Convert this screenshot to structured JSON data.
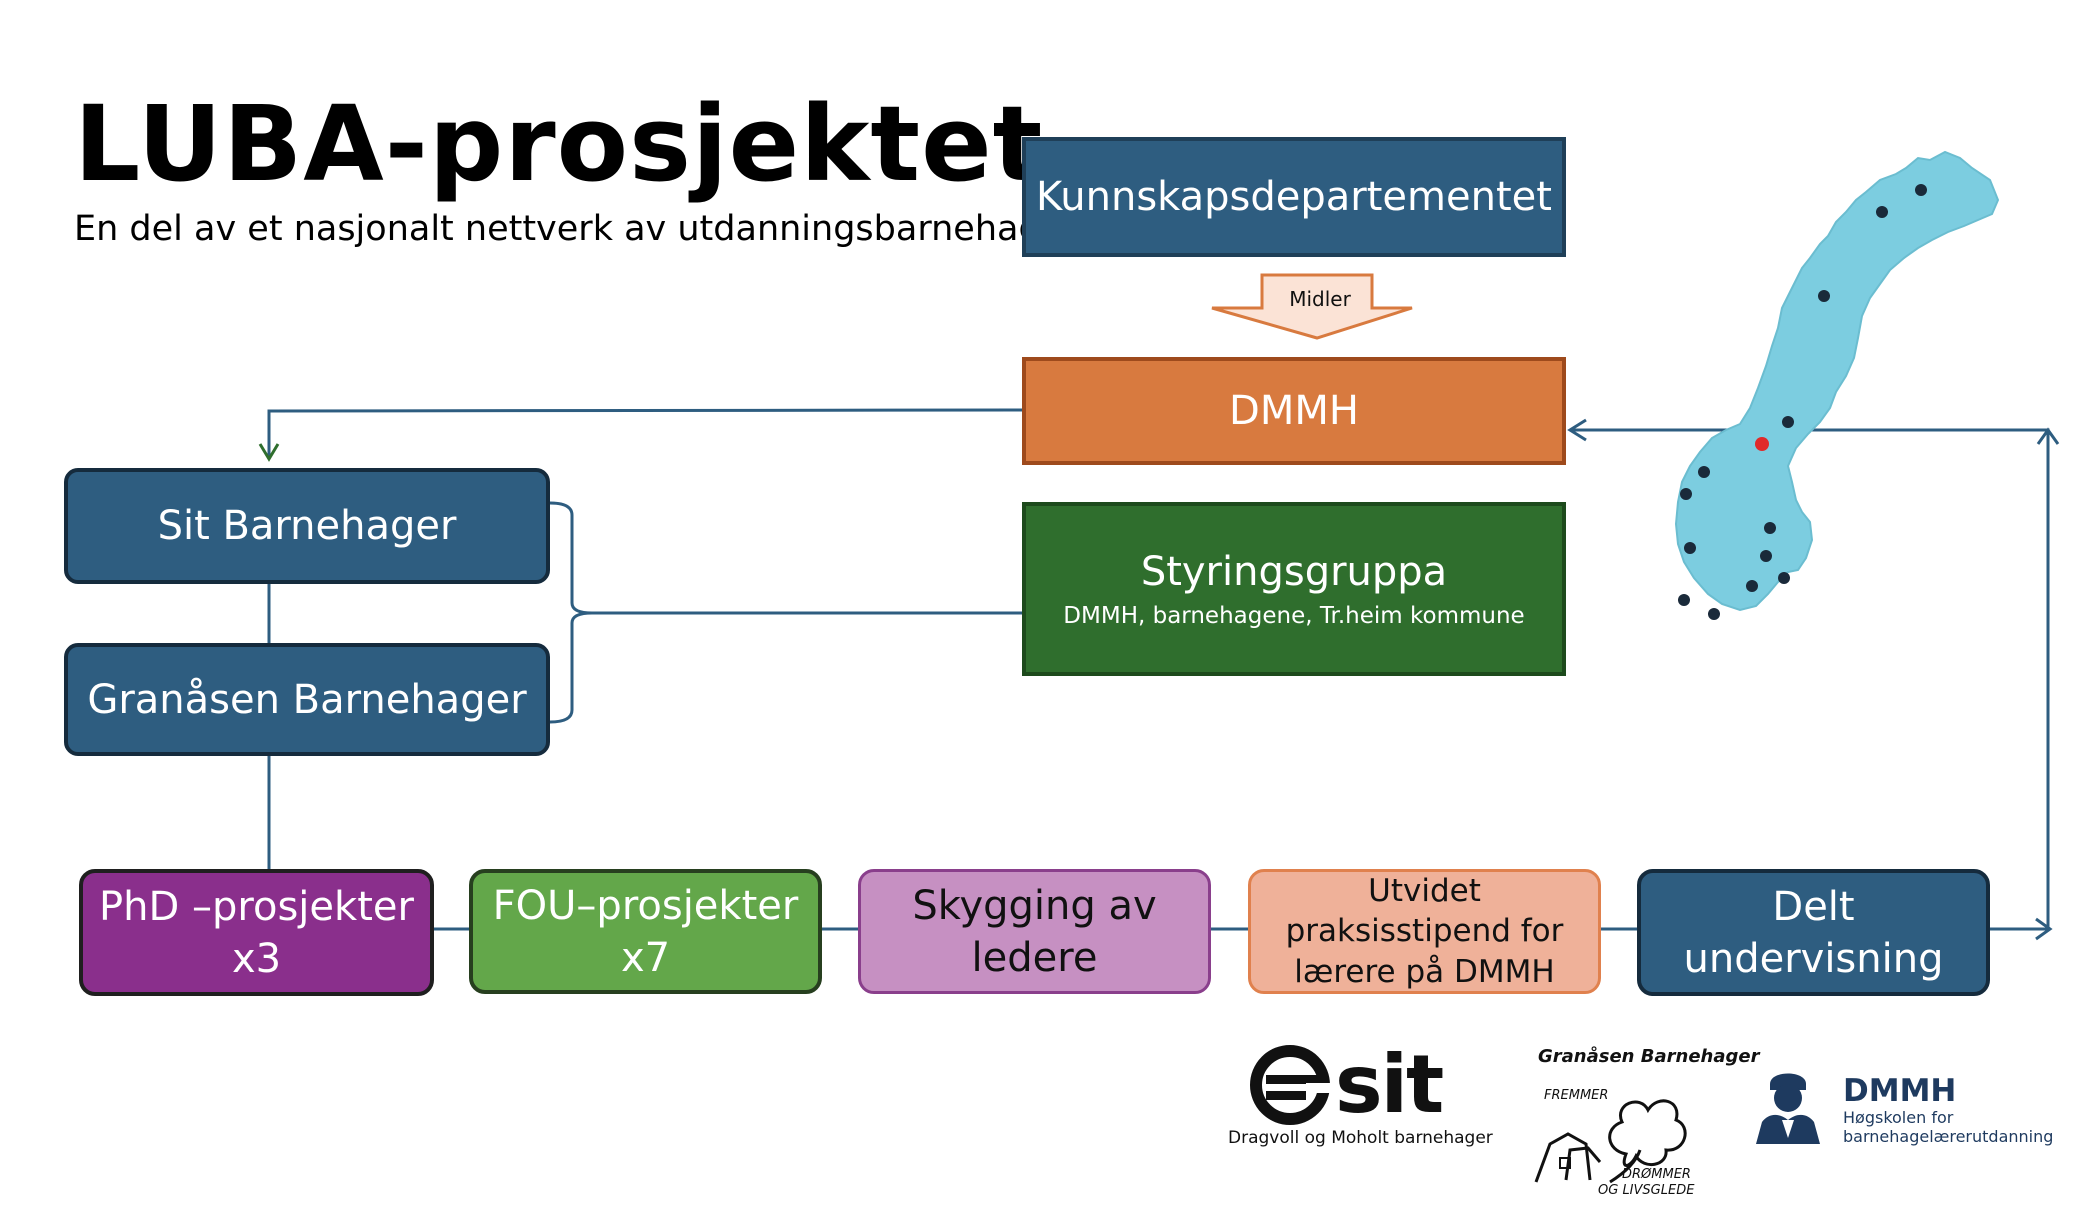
{
  "title": "LUBA-prosjektet",
  "subtitle": "En del av et nasjonalt nettverk av utdanningsbarnehager",
  "nodes": {
    "kunnskapsdepartementet": "Kunnskapsdepartementet",
    "midler": "Midler",
    "dmmh": "DMMH",
    "styringsgruppa": "Styringsgruppa",
    "styringsgruppa_members": "DMMH, barnehagene, Tr.heim kommune",
    "sit_barnehager": "Sit Barnehager",
    "granasen_barnehager": "Granåsen Barnehager",
    "phd_line1": "PhD –prosjekter",
    "phd_line2": "x3",
    "fou_line1": "FOU–prosjekter",
    "fou_line2": "x7",
    "skygging_line1": "Skygging av",
    "skygging_line2": "ledere",
    "utvidet_line1": "Utvidet",
    "utvidet_line2": "praksisstipend for",
    "utvidet_line3": "lærere på DMMH",
    "delt_line1": "Delt",
    "delt_line2": "undervisning"
  },
  "logos": {
    "sit_word": "sit",
    "sit_sub": "Dragvoll og Moholt barnehager",
    "granasen_title": "Granåsen Barnehager",
    "granasen_fremmer": "FREMMER",
    "granasen_drommer": "DRØMMER",
    "granasen_og": "OG LIVSGLEDE",
    "dmmh_word": "DMMH",
    "dmmh_sub1": "Høgskolen for",
    "dmmh_sub2": "barnehagelærerutdanning"
  },
  "colors": {
    "blue": "#2e5d80",
    "orange": "#d87a3f",
    "dark_green": "#2f6e2d",
    "purple": "#8a2f8c",
    "green": "#63a74a",
    "lilac": "#c690c2",
    "peach": "#efb199",
    "map_fill": "#7ccde0",
    "map_highlight": "#e02a2a"
  }
}
